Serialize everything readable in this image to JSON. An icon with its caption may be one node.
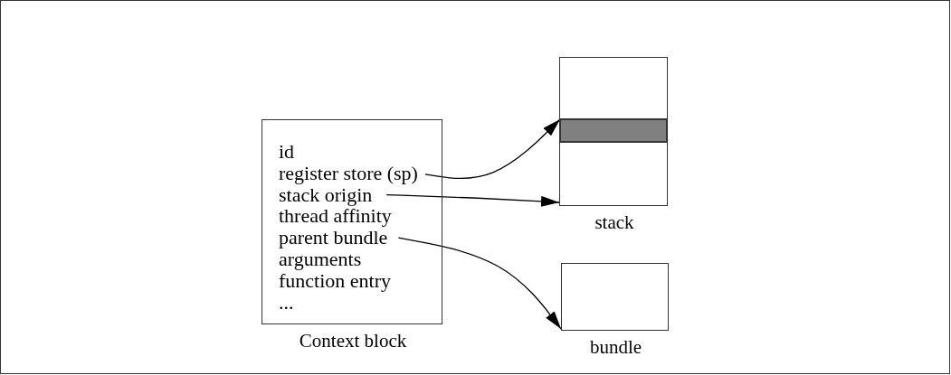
{
  "diagram": {
    "nodes": [
      {
        "text": [
          "Context block"
        ]
      },
      {
        "text": [
          "id"
        ],
        "in": 0
      },
      {
        "text": [
          "register store (sp)"
        ],
        "in": 0
      },
      {
        "text": [
          "stack origin"
        ],
        "in": 0
      },
      {
        "text": [
          "thread affinity"
        ],
        "in": 0
      },
      {
        "text": [
          "parent bundle"
        ],
        "in": 0
      },
      {
        "text": [
          "arguments"
        ],
        "in": 0
      },
      {
        "text": [
          "function entry"
        ],
        "in": 0
      },
      {
        "text": [
          "..."
        ],
        "in": 0
      },
      {
        "text": [
          "stack"
        ]
      },
      {
        "text": [],
        "shape": "bar",
        "in": 9
      },
      {
        "text": [
          "bundle"
        ]
      }
    ],
    "edges": [
      {
        "from": 2,
        "to": 10,
        "arrow": "to"
      },
      {
        "from": 3,
        "to": 9,
        "arrow": "to"
      },
      {
        "from": 5,
        "to": 11,
        "arrow": "to"
      }
    ]
  }
}
